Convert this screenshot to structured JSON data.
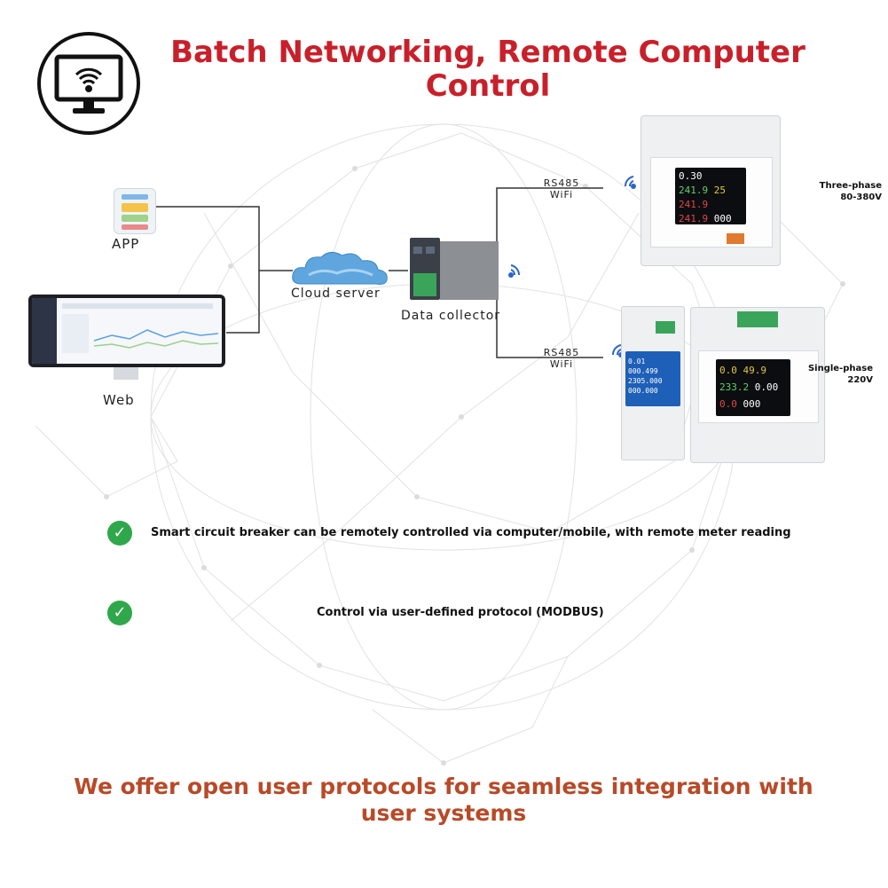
{
  "title": "Batch Networking, Remote Computer Control",
  "diagram": {
    "app_label": "APP",
    "web_label": "Web",
    "cloud_label": "Cloud server",
    "collector_label": "Data collector",
    "link_top": {
      "line1": "RS485",
      "line2": "WiFi"
    },
    "link_bottom": {
      "line1": "RS485",
      "line2": "WiFi"
    },
    "three_phase": {
      "line1": "Three-phase",
      "line2": "80-380V"
    },
    "single_phase": {
      "line1": "Single-phase",
      "line2": "220V"
    },
    "meter_readings_top": [
      "0.30",
      "241.9",
      "25",
      "241.9",
      "241.9",
      "000"
    ],
    "meter_readings_bottom_small": [
      "0.01",
      "000.499",
      "2305.000",
      "000.000"
    ],
    "meter_readings_bottom_large": [
      "0.0",
      "49.9",
      "233.2",
      "0.00",
      "0.0",
      "000"
    ]
  },
  "features": [
    "Smart circuit breaker can be remotely controlled via computer/mobile, with remote meter reading",
    "Control via user-defined protocol (MODBUS)"
  ],
  "footer": "We offer open user protocols for seamless integration with user systems",
  "icons": {
    "header": "monitor-wifi-icon",
    "check": "check-circle-icon"
  },
  "colors": {
    "title": "#c8202a",
    "footer": "#b84a28",
    "check": "#2ea84a",
    "wifi": "#2a66c8"
  }
}
